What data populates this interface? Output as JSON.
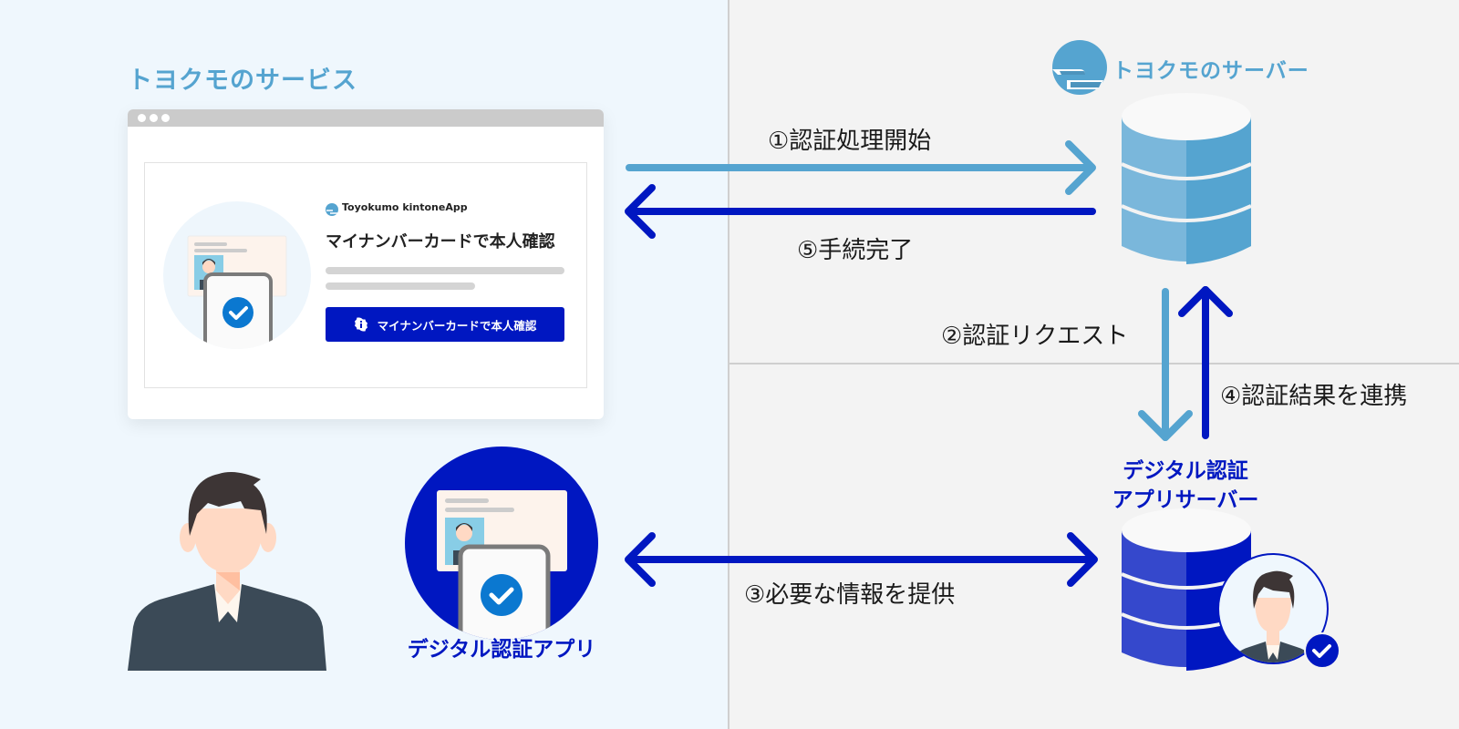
{
  "left_panel": {
    "section_title": "トヨクモのサービス",
    "browser": {
      "window_dots": 3,
      "card": {
        "brand_name": "Toyokumo kintoneApp",
        "title": "マイナンバーカードで本人確認",
        "button_label": "マイナンバーカードで本人確認",
        "button_icon": "info-badge-icon"
      }
    },
    "user_figure": "person-illustration",
    "app": {
      "label": "デジタル認証アプリ",
      "icon": "id-card-phone-check-icon"
    }
  },
  "right_panel": {
    "toyokumo_server": {
      "label": "トヨクモのサーバー",
      "icon": "database-icon"
    },
    "digital_auth_server": {
      "label_line1": "デジタル認証",
      "label_line2": "アプリサーバー",
      "icon": "database-icon",
      "badge": "verified-user-icon"
    }
  },
  "flows": [
    {
      "step": "①",
      "label": "①認証処理開始",
      "direction": "service → toyokumo server"
    },
    {
      "step": "②",
      "label": "②認証リクエスト",
      "direction": "toyokumo server → auth app server"
    },
    {
      "step": "③",
      "label": "③必要な情報を提供",
      "direction": "app ↔ auth app server"
    },
    {
      "step": "④",
      "label": "④認証結果を連携",
      "direction": "auth app server → toyokumo server"
    },
    {
      "step": "⑤",
      "label": "⑤手続完了",
      "direction": "toyokumo server → service"
    }
  ],
  "colors": {
    "light_blue": "#55a4d0",
    "dark_blue": "#0017c1",
    "left_bg": "#eff7fd",
    "right_bg": "#f3f3f3",
    "divider": "#cfcfcf",
    "check_blue": "#0b78d0"
  }
}
